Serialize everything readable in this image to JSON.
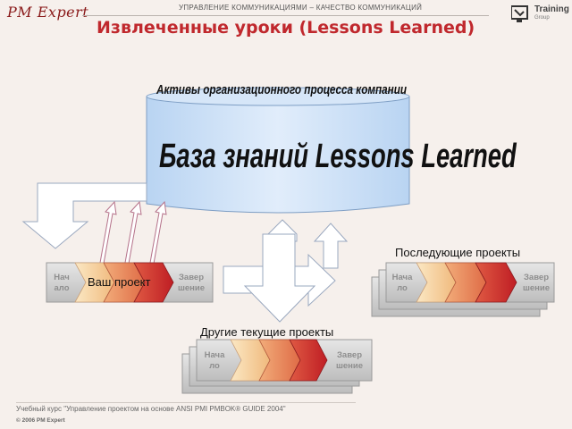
{
  "header": {
    "logo": "PM Expert",
    "section": "УПРАВЛЕНИЕ КОММУНИКАЦИЯМИ – КАЧЕСТВО КОММУНИКАЦИЙ",
    "title": "Извлеченные уроки (Lessons Learned)",
    "brand": "Training",
    "brand_sub": "Group",
    "brand_icon": "monitor-logo-icon"
  },
  "diagram": {
    "cylinder_caption": "Активы организационного процесса компании",
    "cylinder_title": "База знаний Lessons Learned",
    "your_project": {
      "start": "Нач ало",
      "label": "Ваш проект",
      "end": "Завер шение"
    },
    "subsequent_projects": {
      "label": "Последующие проекты",
      "start": "Нача ло",
      "end": "Завер шение"
    },
    "other_projects": {
      "label": "Другие текущие проекты",
      "start": "Нача ло",
      "end": "Завер шение"
    },
    "colors": {
      "title": "#c0282d",
      "chevron_light": "#f6d9a8",
      "chevron_mid": "#e88f5a",
      "chevron_dark": "#c4272c",
      "cylinder": "#cfe2f8",
      "bar": "#d2d2d2"
    }
  },
  "footer": {
    "course": "Учебный курс \"Управление проектом на основе ANSI PMI PMBOK® GUIDE 2004\"",
    "copyright": "© 2006 PM Expert"
  }
}
